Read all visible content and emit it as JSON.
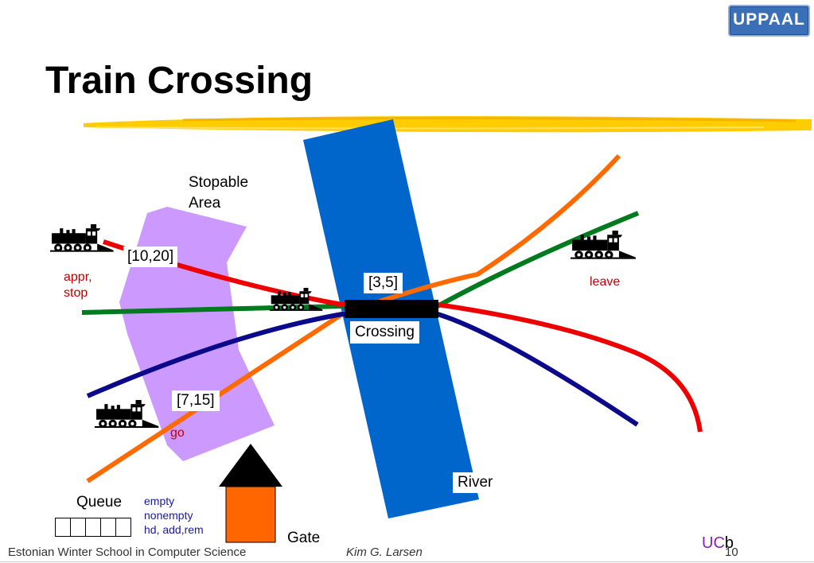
{
  "title": "Train Crossing",
  "logo_text": "UPPAAL",
  "labels": {
    "stopable_line1": "Stopable",
    "stopable_line2": "Area",
    "appr": "appr,",
    "stop": "stop",
    "leave": "leave",
    "go": "go",
    "interval_1": "[10,20]",
    "interval_2": "[3,5]",
    "interval_3": "[7,15]",
    "crossing": "Crossing",
    "river": "River",
    "queue": "Queue",
    "gate": "Gate"
  },
  "queue_ops": [
    "empty",
    "nonempty",
    "hd, add,rem"
  ],
  "footer": {
    "left": "Estonian Winter School in Computer Science",
    "middle": "Kim G. Larsen",
    "page": "10",
    "ucb_uc": "UC",
    "ucb_b": "b"
  },
  "colors": {
    "track_red": "#ee0000",
    "track_green": "#007a1f",
    "track_navy": "#0a0a8a",
    "track_orange": "#ff6a00",
    "river": "#0066cc",
    "stopable_area": "#cc99ff",
    "gate": "#ff6600",
    "title_underline": "#ffcc00",
    "event_label": "#c00000"
  }
}
